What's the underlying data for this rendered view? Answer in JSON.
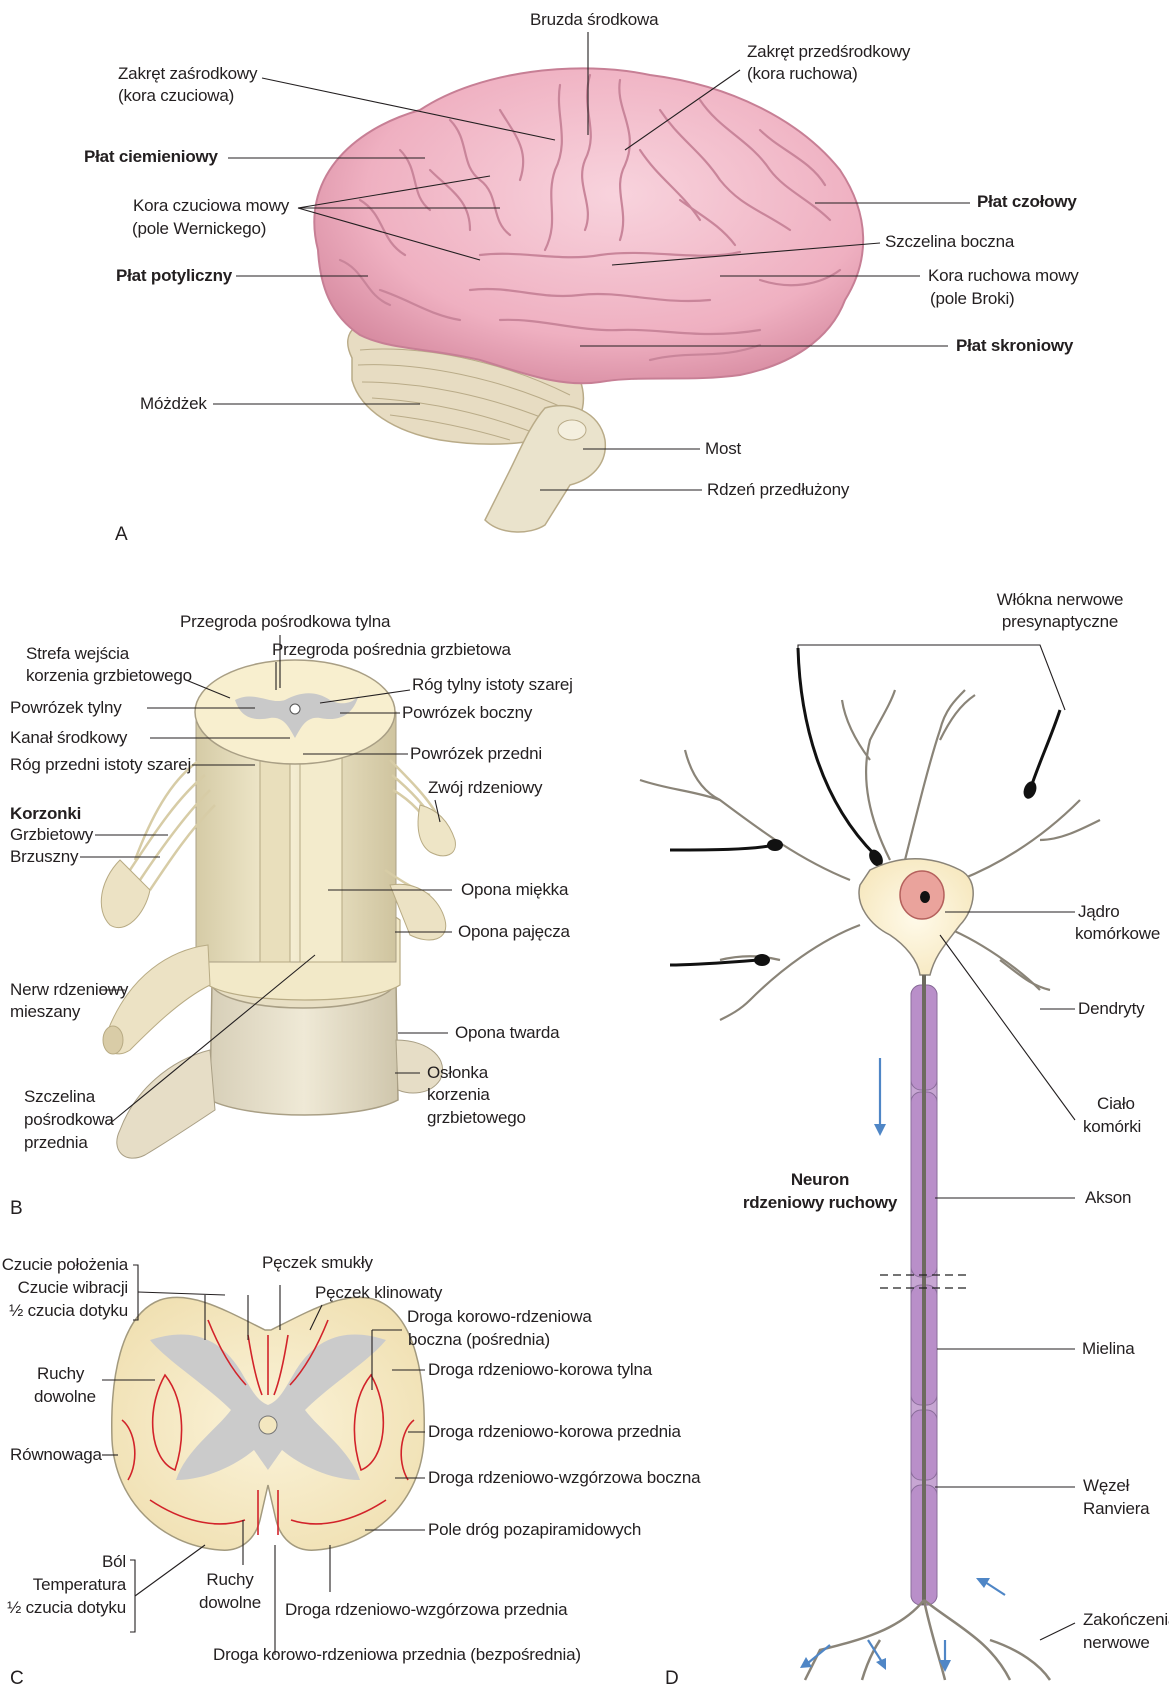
{
  "colors": {
    "brain": "#f2b8c6",
    "brain_dark": "#d98ea3",
    "cord": "#f5eccb",
    "cord_shadow": "#d8ceae",
    "gray_matter": "#c9c9c9",
    "tract_line": "#d2232a",
    "axon_myelin": "#b78cc4",
    "neuron_body": "#fbf1d3",
    "nucleus": "#e8a39c",
    "arrow_blue": "#4f86c6",
    "leader": "#231f20"
  },
  "panels": {
    "a": "A",
    "b": "B",
    "c": "C",
    "d": "D"
  },
  "brain": {
    "bruzda_srodkowa": "Bruzda środkowa",
    "zakret_zasrodkowy": [
      "Zakręt zaśrodkowy",
      "(kora czuciowa)"
    ],
    "zakret_przedsrodkowy": [
      "Zakręt przedśrodkowy",
      "(kora ruchowa)"
    ],
    "plat_ciemieniowy": "Płat ciemieniowy",
    "kora_czuciowa_mowy": [
      "Kora czuciowa mowy",
      "(pole Wernickego)"
    ],
    "plat_czolowy": "Płat czołowy",
    "szczelina_boczna": "Szczelina boczna",
    "plat_potyliczny": "Płat potyliczny",
    "kora_ruchowa_mowy": [
      "Kora ruchowa mowy",
      "(pole Broki)"
    ],
    "plat_skroniowy": "Płat skroniowy",
    "mozdzek": "Móżdżek",
    "most": "Most",
    "rdzen_przedluzony": "Rdzeń przedłużony"
  },
  "cord": {
    "przegroda_posrodkowa_tylna": "Przegroda pośrodkowa tylna",
    "przegroda_posrednia": "Przegroda pośrednia grzbietowa",
    "strefa_wejscia": [
      "Strefa wejścia",
      "korzenia grzbietowego"
    ],
    "rog_tylny": "Róg tylny istoty szarej",
    "powrozek_tylny": "Powrózek tylny",
    "powrozek_boczny": "Powrózek boczny",
    "kanal_srodkowy": "Kanał środkowy",
    "powrozek_przedni": "Powrózek przedni",
    "rog_przedni": "Róg przedni istoty szarej",
    "zwoj_rdzeniowy": "Zwój rdzeniowy",
    "korzonki": "Korzonki",
    "grzbietowy": "Grzbietowy",
    "brzuszny": "Brzuszny",
    "opona_miekka": "Opona miękka",
    "opona_pajecza": "Opona pajęcza",
    "nerw_mieszany": [
      "Nerw rdzeniowy",
      "mieszany"
    ],
    "opona_twarda": "Opona twarda",
    "oslonka": [
      "Osłonka",
      "korzenia",
      "grzbietowego"
    ],
    "szczelina": [
      "Szczelina",
      "pośrodkowa",
      "przednia"
    ]
  },
  "section": {
    "czucie": [
      "Czucie położenia",
      "Czucie wibracji",
      "½ czucia dotyku"
    ],
    "peczek_smukly": "Pęczek smukły",
    "peczek_klinowaty": "Pęczek klinowaty",
    "droga_kr_boczna": [
      "Droga korowo-rdzeniowa",
      "boczna (pośrednia)"
    ],
    "ruchy_dowolne_l": [
      "Ruchy",
      "dowolne"
    ],
    "droga_rk_tylna": "Droga rdzeniowo-korowa tylna",
    "droga_rk_przednia": "Droga rdzeniowo-korowa przednia",
    "rownowaga": "Równowaga",
    "droga_rw_boczna": "Droga rdzeniowo-wzgórzowa boczna",
    "pole_drog": "Pole dróg pozapiramidowych",
    "bol": [
      "Ból",
      "Temperatura",
      "½ czucia dotyku"
    ],
    "ruchy_dowolne_b": [
      "Ruchy",
      "dowolne"
    ],
    "droga_rw_przednia": "Droga rdzeniowo-wzgórzowa przednia",
    "droga_kr_przednia": "Droga korowo-rdzeniowa przednia (bezpośrednia)"
  },
  "neuron": {
    "wlokna": [
      "Włókna nerwowe",
      "presynaptyczne"
    ],
    "jadro": [
      "Jądro",
      "komórkowe"
    ],
    "dendryty": "Dendryty",
    "cialo": [
      "Ciało",
      "komórki"
    ],
    "title": [
      "Neuron",
      "rdzeniowy ruchowy"
    ],
    "akson": "Akson",
    "mielina": "Mielina",
    "wezel": [
      "Węzeł",
      "Ranviera"
    ],
    "zakonczenia": [
      "Zakończenia",
      "nerwowe"
    ]
  }
}
